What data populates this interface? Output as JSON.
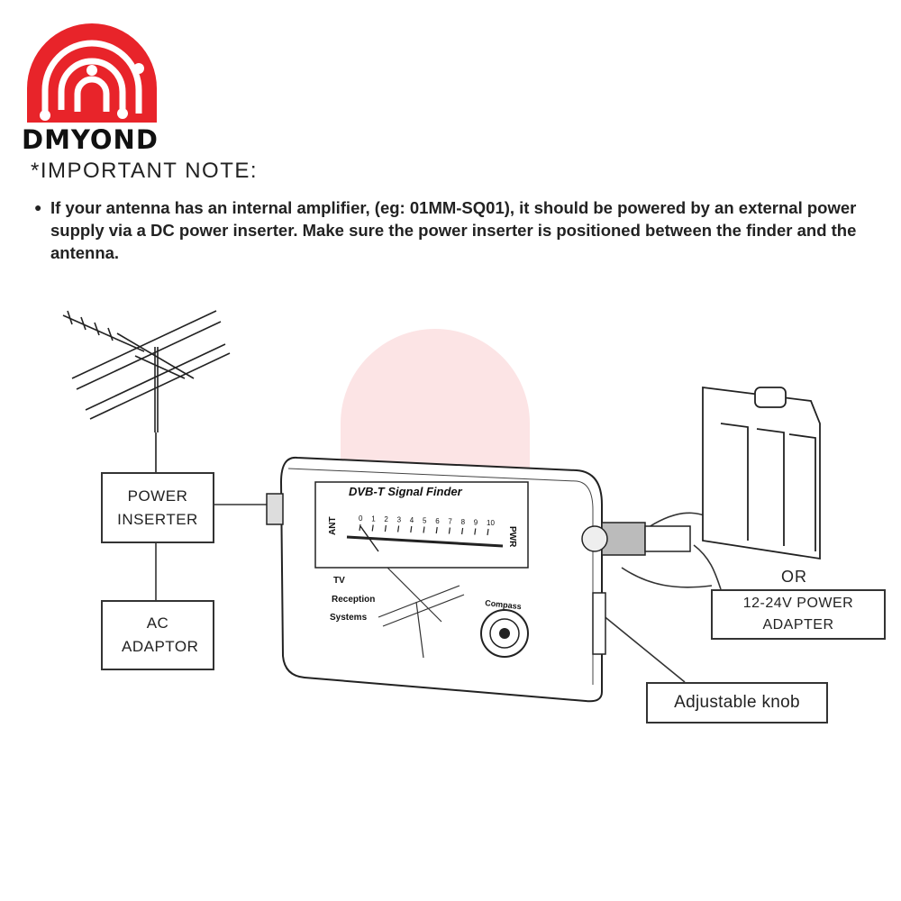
{
  "brand": {
    "name": "DMYOND",
    "color": "#e8242a"
  },
  "note": {
    "title": "*IMPORTANT NOTE:",
    "bullet": "●",
    "text": "If your antenna has an internal amplifier, (eg: 01MM-SQ01), it should be powered by an external power supply via a DC power inserter. Make sure the power inserter is positioned between the finder and the antenna."
  },
  "labels": {
    "power_inserter": "POWER INSERTER",
    "ac_adaptor": "AC ADAPTOR",
    "or": "OR",
    "power_adapter": "12-24V POWER ADAPTER",
    "adjustable_knob": "Adjustable knob"
  },
  "device": {
    "title": "DVB-T Signal Finder",
    "ant": "ANT",
    "pwr": "PWR",
    "scale": [
      "0",
      "1",
      "2",
      "3",
      "4",
      "5",
      "6",
      "7",
      "8",
      "9",
      "10"
    ],
    "tv_lines": [
      "TV",
      "Reception",
      "Systems"
    ],
    "compass": "Compass"
  }
}
